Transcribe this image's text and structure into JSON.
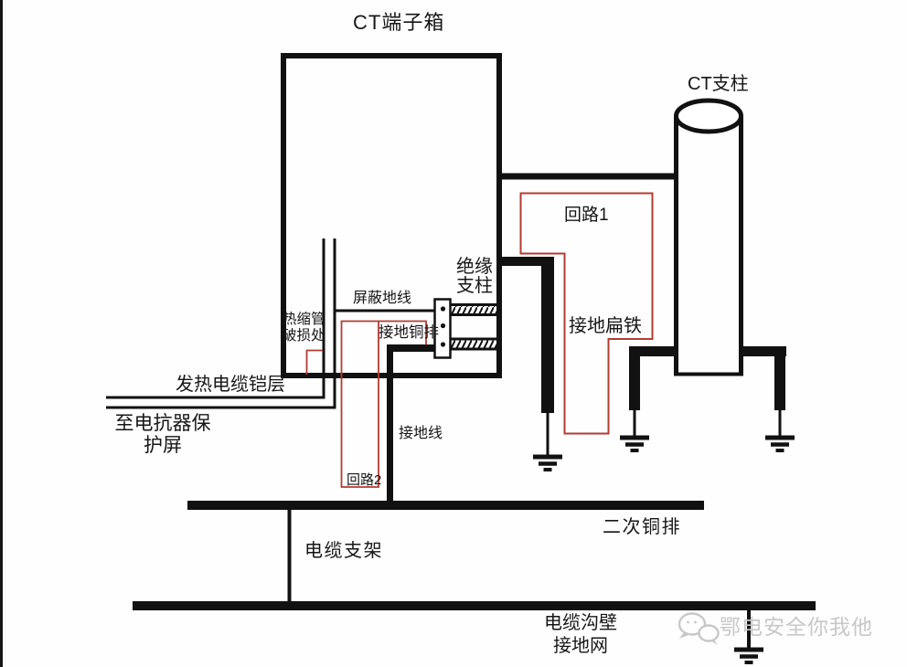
{
  "colors": {
    "line": "#111111",
    "loop_red": "#b23c32",
    "watermark_gray": "#c8c8c8"
  },
  "labels": {
    "ct_terminal_box": "CT端子箱",
    "ct_pillar": "CT支柱",
    "loop1": "回路1",
    "insulation_pillar": "绝缘\n支柱",
    "shield_ground_wire": "屏蔽地线",
    "heat_shrink_damage": "热缩管\n破损处",
    "ground_copper_bar": "接地铜排",
    "ground_flat_iron": "接地扁铁",
    "heating_cable_armor": "发热电缆铠层",
    "to_reactor_panel": "至电抗器保\n护屏",
    "ground_wire": "接地线",
    "loop2": "回路2",
    "secondary_copper_bar": "二次铜排",
    "cable_support": "电缆支架",
    "trench_wall_ground": "电缆沟壁\n接地网"
  },
  "watermark": {
    "icon": "wechat-chat-bubbles-icon",
    "text": "鄂电安全你我他"
  }
}
